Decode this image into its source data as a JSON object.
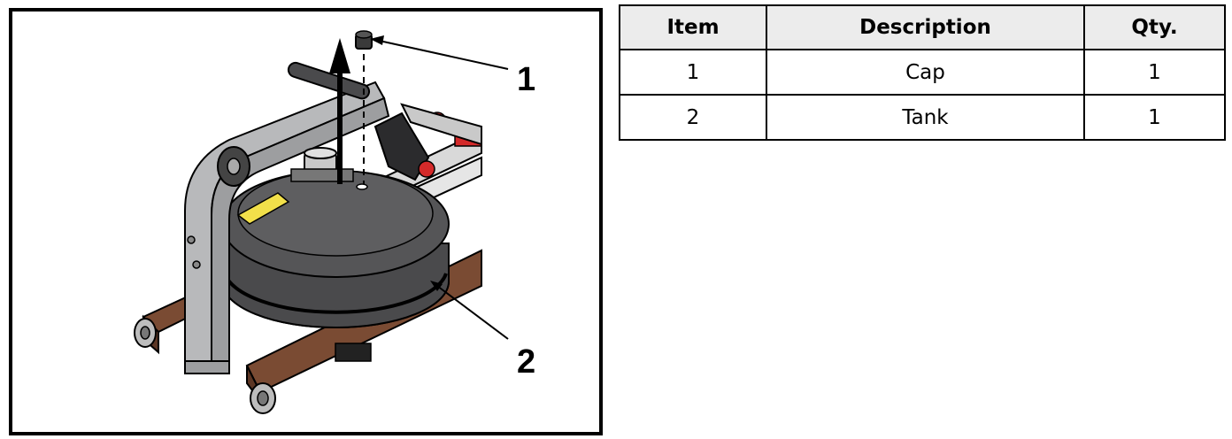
{
  "figure": {
    "callouts": [
      {
        "number": "1",
        "target": "cap"
      },
      {
        "number": "2",
        "target": "tank"
      }
    ],
    "colors": {
      "tank": "#4a4a4c",
      "frame": "#b8b9bb",
      "rail_wood": "#7a4b33",
      "accent_red": "#d42a2a",
      "label_yellow": "#f2e04a"
    }
  },
  "parts_table": {
    "headers": [
      "Item",
      "Description",
      "Qty."
    ],
    "rows": [
      {
        "item": "1",
        "description": "Cap",
        "qty": "1"
      },
      {
        "item": "2",
        "description": "Tank",
        "qty": "1"
      }
    ]
  }
}
